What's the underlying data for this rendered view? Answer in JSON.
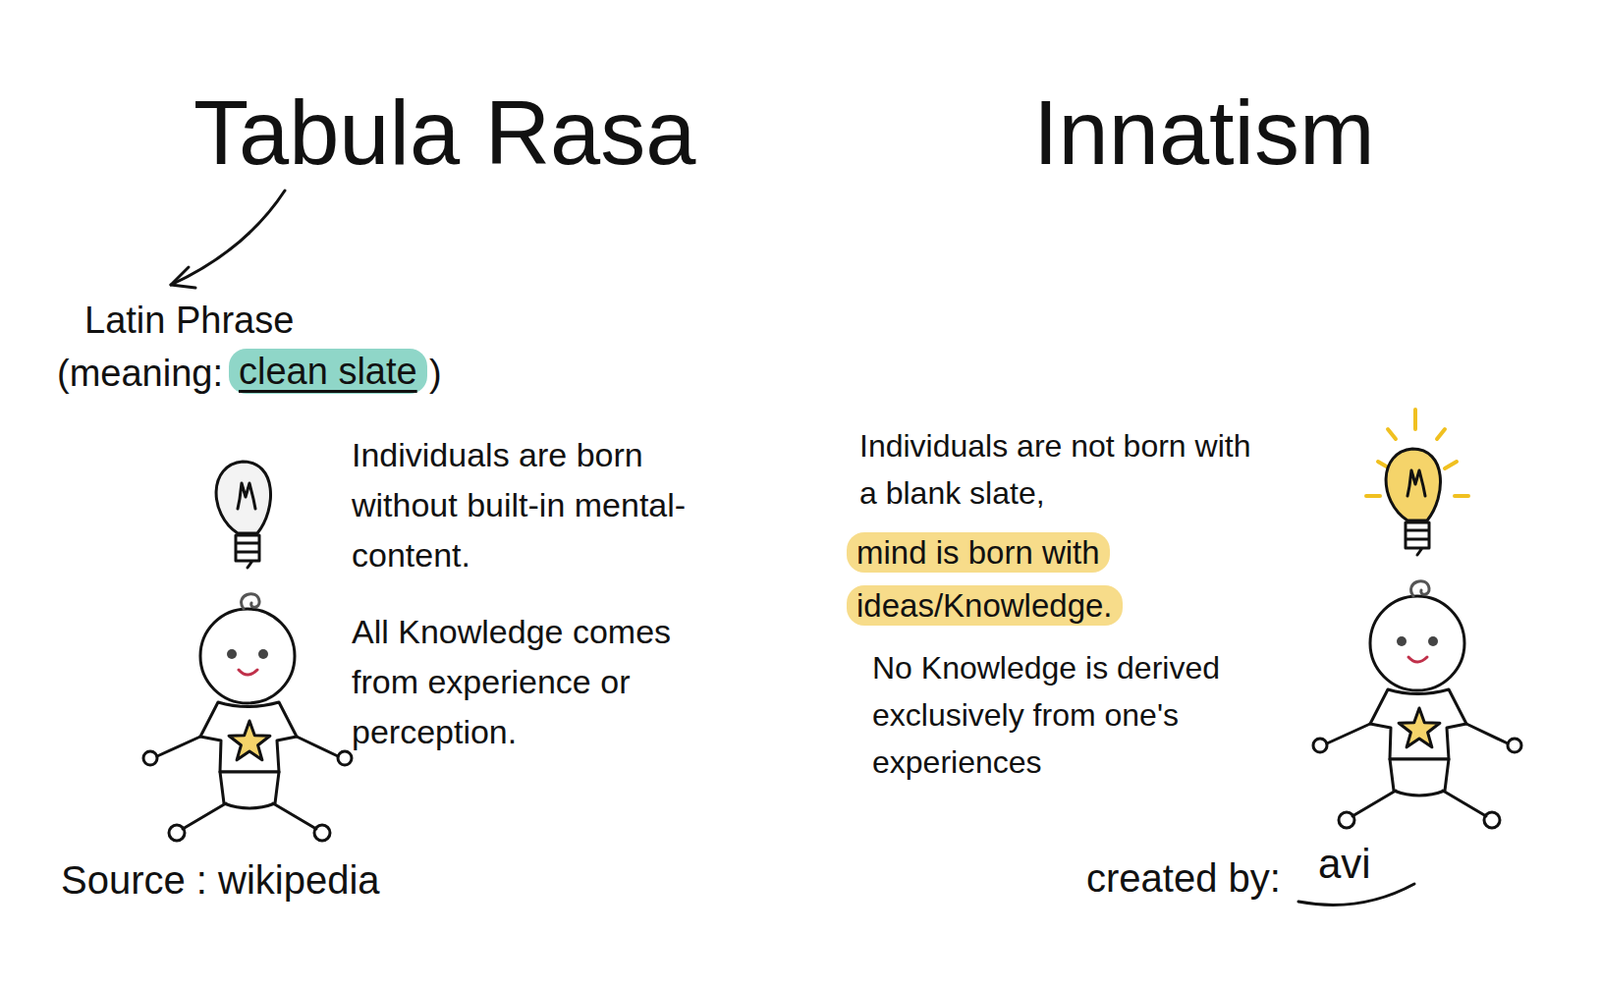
{
  "diagram": {
    "nodes": [
      {
        "text": [
          "clean slate"
        ]
      },
      {
        "text": [
          "mind is born with ideas/Knowledge."
        ]
      }
    ],
    "labels": [
      "Tabula Rasa",
      "Innatism",
      "Latin Phrase",
      "(meaning:",
      ")",
      "Individuals are born without built-in mental-content.",
      "All Knowledge comes from experience or perception.",
      "Individuals are not born with a blank slate,",
      "No Knowledge is derived exclusively from one's experiences",
      "Source : wikipedia",
      "created by:",
      "avi"
    ]
  }
}
